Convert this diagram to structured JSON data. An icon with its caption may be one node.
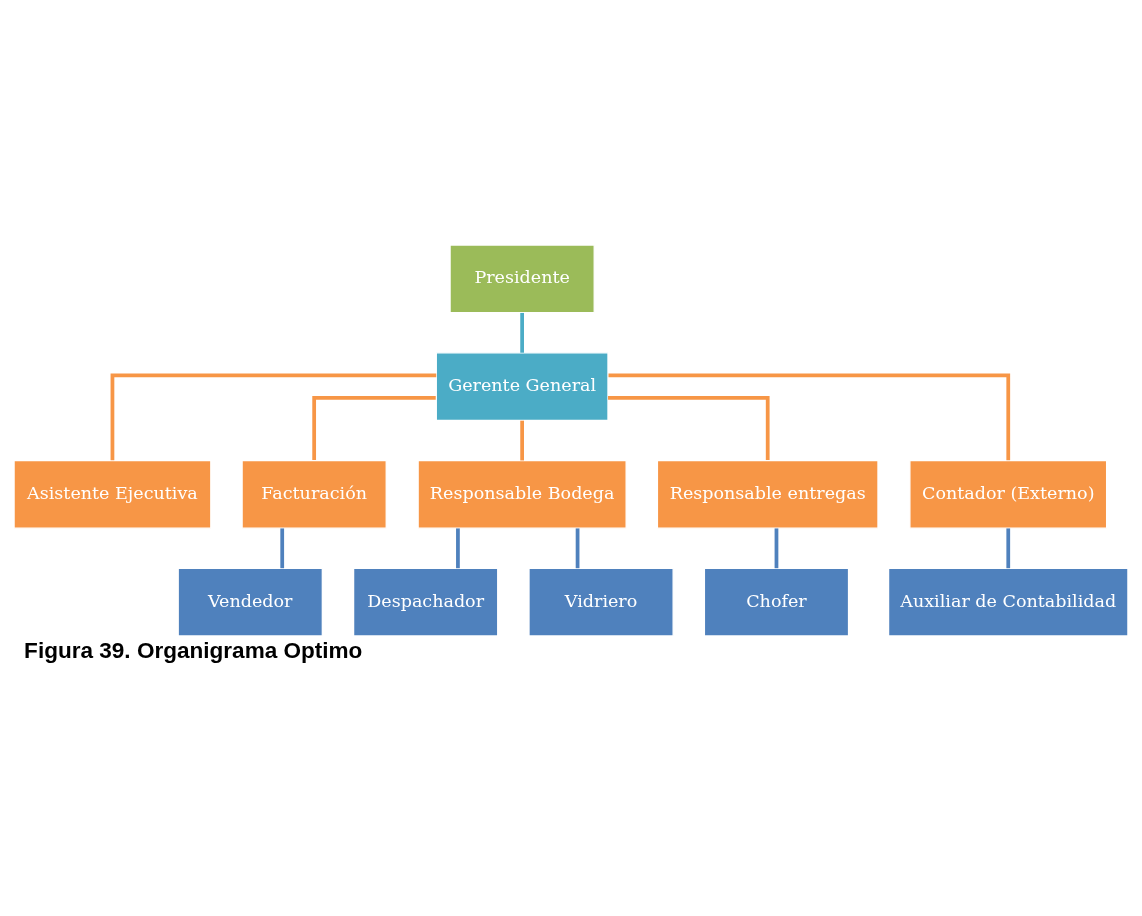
{
  "diagram": {
    "caption": "Figura 39. Organigrama Optimo",
    "nodes": [
      {
        "text": [
          "Presidente"
        ]
      },
      {
        "text": [
          "Gerente General"
        ]
      },
      {
        "text": [
          "Asistente Ejecutiva"
        ]
      },
      {
        "text": [
          "Facturación"
        ]
      },
      {
        "text": [
          "Responsable Bodega"
        ]
      },
      {
        "text": [
          "Responsable entregas"
        ]
      },
      {
        "text": [
          "Contador (Externo)"
        ]
      },
      {
        "text": [
          "Vendedor"
        ]
      },
      {
        "text": [
          "Despachador"
        ]
      },
      {
        "text": [
          "Vidriero"
        ]
      },
      {
        "text": [
          "Chofer"
        ]
      },
      {
        "text": [
          "Auxiliar de Contabilidad"
        ]
      }
    ],
    "edges": [
      {
        "from": 0,
        "to": 1,
        "arrow": "none",
        "color": "#4bacc6"
      },
      {
        "from": 1,
        "to": 2,
        "arrow": "none",
        "color": "#f79646"
      },
      {
        "from": 1,
        "to": 3,
        "arrow": "none",
        "color": "#f79646"
      },
      {
        "from": 1,
        "to": 4,
        "arrow": "none",
        "color": "#f79646"
      },
      {
        "from": 1,
        "to": 5,
        "arrow": "none",
        "color": "#f79646"
      },
      {
        "from": 1,
        "to": 6,
        "arrow": "none",
        "color": "#f79646"
      },
      {
        "from": 3,
        "to": 7,
        "arrow": "none",
        "color": "#4f81bd"
      },
      {
        "from": 4,
        "to": 8,
        "arrow": "none",
        "color": "#4f81bd"
      },
      {
        "from": 4,
        "to": 9,
        "arrow": "none",
        "color": "#4f81bd"
      },
      {
        "from": 5,
        "to": 10,
        "arrow": "none",
        "color": "#4f81bd"
      },
      {
        "from": 6,
        "to": 11,
        "arrow": "none",
        "color": "#4f81bd"
      }
    ]
  }
}
